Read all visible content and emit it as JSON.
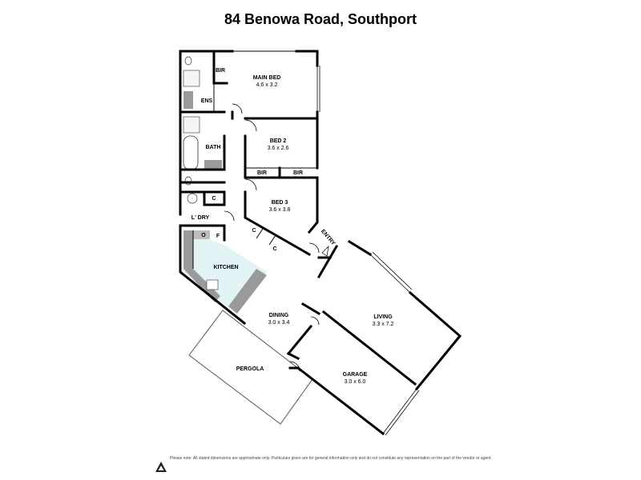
{
  "title": "84 Benowa Road, Southport",
  "rooms": {
    "main_bed": {
      "name": "MAIN BED",
      "dims": "4.6 x 3.2"
    },
    "bir_1": {
      "name": "BIR"
    },
    "ens": {
      "name": "ENS"
    },
    "bath": {
      "name": "BATH"
    },
    "bed2": {
      "name": "BED 2",
      "dims": "3.6 x 2.6"
    },
    "bir_2": {
      "name": "BIR"
    },
    "bir_3": {
      "name": "BIR"
    },
    "bed3": {
      "name": "BED 3",
      "dims": "3.6 x 3.8"
    },
    "c_1": {
      "name": "C"
    },
    "c_2": {
      "name": "C"
    },
    "c_3": {
      "name": "C"
    },
    "ldry": {
      "name": "L' DRY"
    },
    "o": {
      "name": "O"
    },
    "f": {
      "name": "F"
    },
    "kitchen": {
      "name": "KITCHEN"
    },
    "entry": {
      "name": "ENTRY"
    },
    "dining": {
      "name": "DINING",
      "dims": "3.0 x 3.4"
    },
    "living": {
      "name": "LIVING",
      "dims": "3.3 x 7.2"
    },
    "garage": {
      "name": "GARAGE",
      "dims": "3.0 x 6.0"
    },
    "pergola": {
      "name": "PERGOLA"
    }
  },
  "disclaimer": "Please note: All stated dimensions are approximate only. Particulars given are for general information only and do not constitute any representation on the part of the vendor or agent.",
  "colors": {
    "wall": "#000000",
    "kitchen_fill": "#e2f3f5",
    "bench": "#9a9a9a",
    "wet": "#f5f5f5"
  }
}
